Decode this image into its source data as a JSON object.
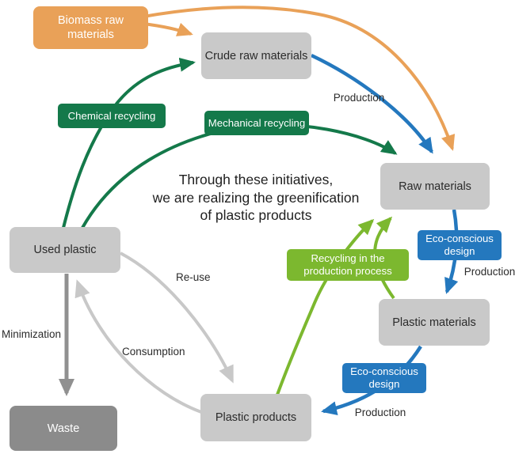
{
  "colors": {
    "bg": "#FFFFFF",
    "orange": "#E9A158",
    "green": "#14794A",
    "blue": "#2478BE",
    "lime": "#7CB82F",
    "box-gray": "#C9C9C9",
    "waste-gray": "#8B8B8B",
    "arrow-gray": "#909090",
    "arrow-light": "#C8C8C8",
    "text-dark": "#2B2B2B"
  },
  "nodes": {
    "biomass": {
      "label": "Biomass raw\nmaterials"
    },
    "crude": {
      "label": "Crude raw materials"
    },
    "raw": {
      "label": "Raw materials"
    },
    "plastic_materials": {
      "label": "Plastic materials"
    },
    "plastic_products": {
      "label": "Plastic products"
    },
    "used_plastic": {
      "label": "Used plastic"
    },
    "waste": {
      "label": "Waste"
    }
  },
  "process_tags": {
    "chemical_recycling": "Chemical recycling",
    "mechanical_recycling": "Mechanical recycling",
    "recycling_production": "Recycling in the\nproduction process",
    "eco_design_top": "Eco-conscious\ndesign",
    "eco_design_bottom": "Eco-conscious\ndesign"
  },
  "flow_labels": {
    "production_top": "Production",
    "production_mid": "Production",
    "production_bottom": "Production",
    "reuse": "Re-use",
    "consumption": "Consumption",
    "minimization": "Minimization"
  },
  "center_text": "Through these initiatives,\nwe are realizing the greenification\nof plastic products"
}
